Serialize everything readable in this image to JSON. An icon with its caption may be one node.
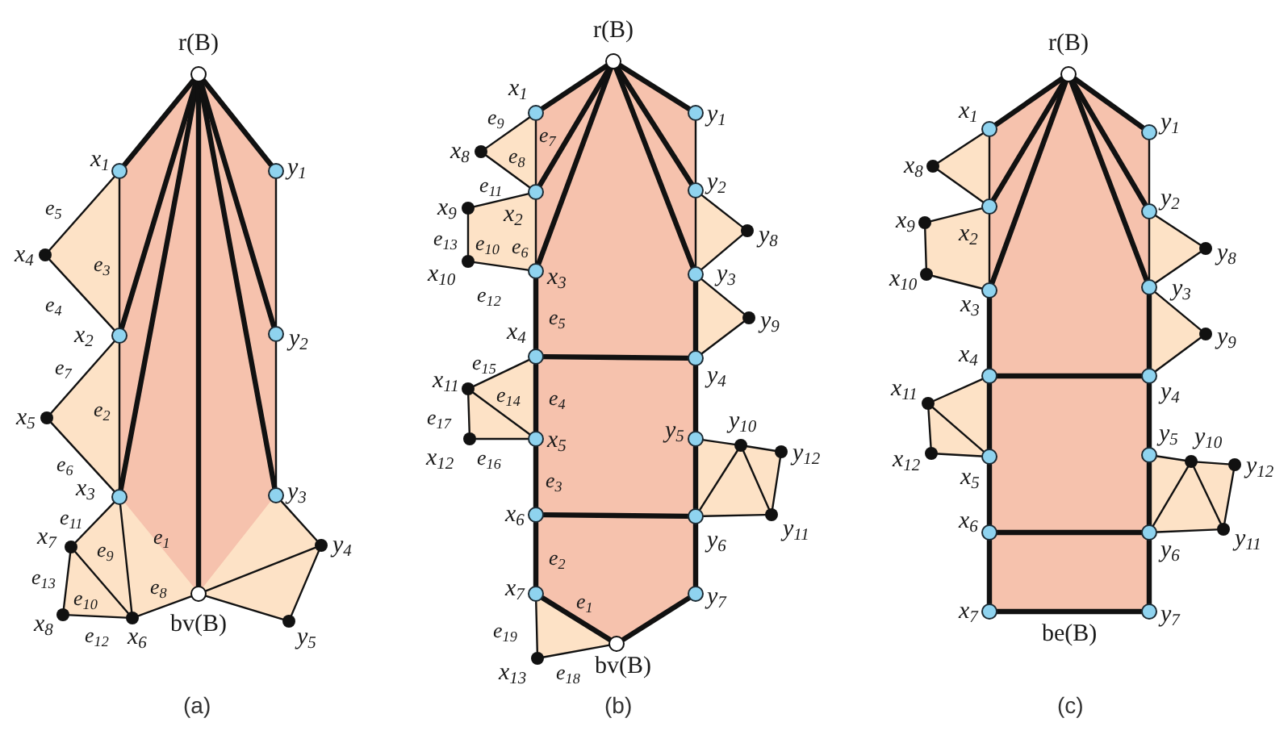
{
  "diagram": {
    "nodes": [
      {
        "text": [],
        "shape": "circle",
        "beside": [
          "r(B)"
        ]
      },
      {
        "text": [],
        "shape": "circle",
        "beside": [
          "x$_{1}$"
        ]
      },
      {
        "text": [],
        "shape": "circle",
        "beside": [
          "y$_{1}$"
        ]
      },
      {
        "text": [],
        "shape": "circle",
        "beside": [
          "x$_{4}$"
        ]
      },
      {
        "text": [],
        "shape": "circle",
        "beside": [
          "x$_{2}$"
        ]
      },
      {
        "text": [],
        "shape": "circle",
        "beside": [
          "y$_{2}$"
        ]
      },
      {
        "text": [],
        "shape": "circle",
        "beside": [
          "x$_{5}$"
        ]
      },
      {
        "text": [],
        "shape": "circle",
        "beside": [
          "x$_{3}$"
        ]
      },
      {
        "text": [],
        "shape": "circle",
        "beside": [
          "y$_{3}$"
        ]
      },
      {
        "text": [],
        "shape": "circle",
        "beside": [
          "y$_{4}$"
        ]
      },
      {
        "text": [],
        "shape": "circle",
        "beside": [
          "x$_{7}$"
        ]
      },
      {
        "text": [],
        "shape": "circle",
        "beside": [
          "bv(B)"
        ]
      },
      {
        "text": [],
        "shape": "circle",
        "beside": [
          "x$_{8}$"
        ]
      },
      {
        "text": [],
        "shape": "circle",
        "beside": [
          "x$_{6}$"
        ]
      },
      {
        "text": [],
        "shape": "circle",
        "beside": [
          "y$_{5}$"
        ]
      },
      {
        "text": [],
        "shape": "circle",
        "beside": [
          "r(B)"
        ]
      },
      {
        "text": [],
        "shape": "circle",
        "beside": [
          "x$_{1}$"
        ]
      },
      {
        "text": [],
        "shape": "circle",
        "beside": [
          "y$_{1}$"
        ]
      },
      {
        "text": [],
        "shape": "circle",
        "beside": [
          "x$_{8}$"
        ]
      },
      {
        "text": [],
        "shape": "circle",
        "beside": [
          "y$_{2}$"
        ]
      },
      {
        "text": [],
        "shape": "circle",
        "beside": [
          "x$_{2}$"
        ]
      },
      {
        "text": [],
        "shape": "circle",
        "beside": [
          "x$_{9}$"
        ]
      },
      {
        "text": [],
        "shape": "circle",
        "beside": [
          "y$_{8}$"
        ]
      },
      {
        "text": [],
        "shape": "circle",
        "beside": [
          "x$_{10}$"
        ]
      },
      {
        "text": [],
        "shape": "circle",
        "beside": [
          "x$_{3}$"
        ]
      },
      {
        "text": [],
        "shape": "circle",
        "beside": [
          "y$_{3}$"
        ]
      },
      {
        "text": [],
        "shape": "circle",
        "beside": [
          "y$_{9}$"
        ]
      },
      {
        "text": [],
        "shape": "circle",
        "beside": [
          "x$_{4}$"
        ]
      },
      {
        "text": [],
        "shape": "circle",
        "beside": [
          "y$_{4}$"
        ]
      },
      {
        "text": [],
        "shape": "circle",
        "beside": [
          "x$_{11}$"
        ]
      },
      {
        "text": [],
        "shape": "circle",
        "beside": [
          "x$_{12}$"
        ]
      },
      {
        "text": [],
        "shape": "circle",
        "beside": [
          "x$_{5}$"
        ]
      },
      {
        "text": [],
        "shape": "circle",
        "beside": [
          "y$_{5}$"
        ]
      },
      {
        "text": [],
        "shape": "circle",
        "beside": [
          "y$_{10}$"
        ]
      },
      {
        "text": [],
        "shape": "circle",
        "beside": [
          "y$_{12}$"
        ]
      },
      {
        "text": [],
        "shape": "circle",
        "beside": [
          "x$_{6}$"
        ]
      },
      {
        "text": [],
        "shape": "circle",
        "beside": [
          "y$_{11}$"
        ]
      },
      {
        "text": [],
        "shape": "circle",
        "beside": [
          "y$_{6}$"
        ]
      },
      {
        "text": [],
        "shape": "circle",
        "beside": [
          "x$_{7}$"
        ]
      },
      {
        "text": [],
        "shape": "circle",
        "beside": [
          "y$_{7}$"
        ]
      },
      {
        "text": [],
        "shape": "circle",
        "beside": [
          "bv(B)"
        ]
      },
      {
        "text": [],
        "shape": "circle",
        "beside": [
          "x$_{13}$"
        ]
      },
      {
        "text": [],
        "shape": "circle",
        "beside": [
          "r(B)"
        ]
      },
      {
        "text": [],
        "shape": "circle",
        "beside": [
          "x$_{1}$"
        ]
      },
      {
        "text": [],
        "shape": "circle",
        "beside": [
          "y$_{1}$"
        ]
      },
      {
        "text": [],
        "shape": "circle",
        "beside": [
          "x$_{8}$"
        ]
      },
      {
        "text": [],
        "shape": "circle",
        "beside": [
          "x$_{2}$"
        ]
      },
      {
        "text": [],
        "shape": "circle",
        "beside": [
          "y$_{2}$"
        ]
      },
      {
        "text": [],
        "shape": "circle",
        "beside": [
          "x$_{9}$"
        ]
      },
      {
        "text": [],
        "shape": "circle",
        "beside": [
          "y$_{8}$"
        ]
      },
      {
        "text": [],
        "shape": "circle",
        "beside": [
          "x$_{10}$"
        ]
      },
      {
        "text": [],
        "shape": "circle",
        "beside": [
          "x$_{3}$"
        ]
      },
      {
        "text": [],
        "shape": "circle",
        "beside": [
          "y$_{3}$"
        ]
      },
      {
        "text": [],
        "shape": "circle",
        "beside": [
          "y$_{9}$"
        ]
      },
      {
        "text": [],
        "shape": "circle",
        "beside": [
          "x$_{4}$"
        ]
      },
      {
        "text": [],
        "shape": "circle",
        "beside": [
          "y$_{4}$"
        ]
      },
      {
        "text": [],
        "shape": "circle",
        "beside": [
          "x$_{11}$"
        ]
      },
      {
        "text": [],
        "shape": "circle",
        "beside": [
          "x$_{12}$"
        ]
      },
      {
        "text": [],
        "shape": "circle",
        "beside": [
          "x$_{5}$"
        ]
      },
      {
        "text": [],
        "shape": "circle",
        "beside": [
          "y$_{5}$"
        ]
      },
      {
        "text": [],
        "shape": "circle",
        "beside": [
          "y$_{10}$"
        ]
      },
      {
        "text": [],
        "shape": "circle",
        "beside": [
          "y$_{12}$"
        ]
      },
      {
        "text": [],
        "shape": "circle",
        "beside": [
          "x$_{6}$"
        ]
      },
      {
        "text": [],
        "shape": "circle",
        "beside": [
          "y$_{6}$"
        ]
      },
      {
        "text": [],
        "shape": "circle",
        "beside": [
          "y$_{11}$"
        ]
      },
      {
        "text": [],
        "shape": "circle",
        "beside": [
          "x$_{7}$"
        ]
      },
      {
        "text": [],
        "shape": "circle",
        "beside": [
          "y$_{7}$"
        ]
      }
    ],
    "edges": [
      {
        "from": 0,
        "to": 1,
        "arrow": "none",
        "style": "thick"
      },
      {
        "from": 0,
        "to": 4,
        "arrow": "none",
        "style": "thick"
      },
      {
        "from": 0,
        "to": 7,
        "arrow": "none",
        "style": "thick"
      },
      {
        "from": 0,
        "to": 11,
        "arrow": "none",
        "style": "thick"
      },
      {
        "from": 0,
        "to": 8,
        "arrow": "none",
        "style": "thick"
      },
      {
        "from": 0,
        "to": 5,
        "arrow": "none",
        "style": "thick"
      },
      {
        "from": 0,
        "to": 2,
        "arrow": "none",
        "style": "thick"
      },
      {
        "from": 1,
        "to": 3,
        "arrow": "none"
      },
      {
        "from": 3,
        "to": 4,
        "arrow": "none"
      },
      {
        "from": 1,
        "to": 4,
        "arrow": "none"
      },
      {
        "from": 4,
        "to": 6,
        "arrow": "none"
      },
      {
        "from": 6,
        "to": 7,
        "arrow": "none"
      },
      {
        "from": 4,
        "to": 7,
        "arrow": "none"
      },
      {
        "from": 2,
        "to": 5,
        "arrow": "none"
      },
      {
        "from": 5,
        "to": 8,
        "arrow": "none"
      },
      {
        "from": 7,
        "to": 10,
        "arrow": "none"
      },
      {
        "from": 7,
        "to": 13,
        "arrow": "none"
      },
      {
        "from": 10,
        "to": 12,
        "arrow": "none"
      },
      {
        "from": 10,
        "to": 13,
        "arrow": "none"
      },
      {
        "from": 12,
        "to": 13,
        "arrow": "none"
      },
      {
        "from": 13,
        "to": 11,
        "arrow": "none"
      },
      {
        "from": 11,
        "to": 9,
        "arrow": "none"
      },
      {
        "from": 11,
        "to": 14,
        "arrow": "none"
      },
      {
        "from": 8,
        "to": 9,
        "arrow": "none"
      },
      {
        "from": 9,
        "to": 14,
        "arrow": "none"
      },
      {
        "from": 15,
        "to": 16,
        "arrow": "none",
        "style": "thick"
      },
      {
        "from": 15,
        "to": 20,
        "arrow": "none",
        "style": "thick"
      },
      {
        "from": 15,
        "to": 24,
        "arrow": "none",
        "style": "thick"
      },
      {
        "from": 15,
        "to": 25,
        "arrow": "none",
        "style": "thick"
      },
      {
        "from": 15,
        "to": 19,
        "arrow": "none",
        "style": "thick"
      },
      {
        "from": 15,
        "to": 17,
        "arrow": "none",
        "style": "thick"
      },
      {
        "from": 24,
        "to": 27,
        "arrow": "none",
        "style": "thick"
      },
      {
        "from": 27,
        "to": 31,
        "arrow": "none",
        "style": "thick"
      },
      {
        "from": 31,
        "to": 35,
        "arrow": "none",
        "style": "thick"
      },
      {
        "from": 35,
        "to": 38,
        "arrow": "none",
        "style": "thick"
      },
      {
        "from": 38,
        "to": 40,
        "arrow": "none",
        "style": "thick"
      },
      {
        "from": 40,
        "to": 39,
        "arrow": "none",
        "style": "thick"
      },
      {
        "from": 39,
        "to": 37,
        "arrow": "none",
        "style": "thick"
      },
      {
        "from": 37,
        "to": 32,
        "arrow": "none",
        "style": "thick"
      },
      {
        "from": 32,
        "to": 28,
        "arrow": "none",
        "style": "thick"
      },
      {
        "from": 28,
        "to": 25,
        "arrow": "none",
        "style": "thick"
      },
      {
        "from": 27,
        "to": 28,
        "arrow": "none",
        "style": "thick"
      },
      {
        "from": 35,
        "to": 37,
        "arrow": "none",
        "style": "thick"
      },
      {
        "from": 16,
        "to": 18,
        "arrow": "none"
      },
      {
        "from": 18,
        "to": 20,
        "arrow": "none"
      },
      {
        "from": 16,
        "to": 20,
        "arrow": "none"
      },
      {
        "from": 20,
        "to": 21,
        "arrow": "none"
      },
      {
        "from": 21,
        "to": 23,
        "arrow": "none"
      },
      {
        "from": 23,
        "to": 24,
        "arrow": "none"
      },
      {
        "from": 20,
        "to": 24,
        "arrow": "none"
      },
      {
        "from": 17,
        "to": 19,
        "arrow": "none"
      },
      {
        "from": 19,
        "to": 22,
        "arrow": "none"
      },
      {
        "from": 22,
        "to": 25,
        "arrow": "none"
      },
      {
        "from": 19,
        "to": 25,
        "arrow": "none"
      },
      {
        "from": 25,
        "to": 26,
        "arrow": "none"
      },
      {
        "from": 26,
        "to": 28,
        "arrow": "none"
      },
      {
        "from": 27,
        "to": 29,
        "arrow": "none"
      },
      {
        "from": 29,
        "to": 31,
        "arrow": "none"
      },
      {
        "from": 29,
        "to": 30,
        "arrow": "none"
      },
      {
        "from": 30,
        "to": 31,
        "arrow": "none"
      },
      {
        "from": 32,
        "to": 33,
        "arrow": "none"
      },
      {
        "from": 33,
        "to": 34,
        "arrow": "none"
      },
      {
        "from": 34,
        "to": 36,
        "arrow": "none"
      },
      {
        "from": 36,
        "to": 37,
        "arrow": "none"
      },
      {
        "from": 33,
        "to": 37,
        "arrow": "none"
      },
      {
        "from": 33,
        "to": 36,
        "arrow": "none"
      },
      {
        "from": 38,
        "to": 41,
        "arrow": "none"
      },
      {
        "from": 41,
        "to": 40,
        "arrow": "none"
      },
      {
        "from": 42,
        "to": 43,
        "arrow": "none",
        "style": "thick"
      },
      {
        "from": 42,
        "to": 46,
        "arrow": "none",
        "style": "thick"
      },
      {
        "from": 42,
        "to": 51,
        "arrow": "none",
        "style": "thick"
      },
      {
        "from": 42,
        "to": 52,
        "arrow": "none",
        "style": "thick"
      },
      {
        "from": 42,
        "to": 47,
        "arrow": "none",
        "style": "thick"
      },
      {
        "from": 42,
        "to": 44,
        "arrow": "none",
        "style": "thick"
      },
      {
        "from": 51,
        "to": 54,
        "arrow": "none",
        "style": "thick"
      },
      {
        "from": 54,
        "to": 58,
        "arrow": "none",
        "style": "thick"
      },
      {
        "from": 58,
        "to": 62,
        "arrow": "none",
        "style": "thick"
      },
      {
        "from": 62,
        "to": 65,
        "arrow": "none",
        "style": "thick"
      },
      {
        "from": 65,
        "to": 66,
        "arrow": "none",
        "style": "thick",
        "label": "be(B)"
      },
      {
        "from": 66,
        "to": 63,
        "arrow": "none",
        "style": "thick"
      },
      {
        "from": 63,
        "to": 59,
        "arrow": "none",
        "style": "thick"
      },
      {
        "from": 59,
        "to": 55,
        "arrow": "none",
        "style": "thick"
      },
      {
        "from": 55,
        "to": 52,
        "arrow": "none",
        "style": "thick"
      },
      {
        "from": 54,
        "to": 55,
        "arrow": "none",
        "style": "thick"
      },
      {
        "from": 62,
        "to": 63,
        "arrow": "none",
        "style": "thick"
      },
      {
        "from": 43,
        "to": 45,
        "arrow": "none"
      },
      {
        "from": 45,
        "to": 46,
        "arrow": "none"
      },
      {
        "from": 43,
        "to": 46,
        "arrow": "none"
      },
      {
        "from": 46,
        "to": 48,
        "arrow": "none"
      },
      {
        "from": 48,
        "to": 50,
        "arrow": "none"
      },
      {
        "from": 50,
        "to": 51,
        "arrow": "none"
      },
      {
        "from": 46,
        "to": 51,
        "arrow": "none"
      },
      {
        "from": 44,
        "to": 47,
        "arrow": "none"
      },
      {
        "from": 47,
        "to": 49,
        "arrow": "none"
      },
      {
        "from": 49,
        "to": 52,
        "arrow": "none"
      },
      {
        "from": 47,
        "to": 52,
        "arrow": "none"
      },
      {
        "from": 52,
        "to": 53,
        "arrow": "none"
      },
      {
        "from": 53,
        "to": 55,
        "arrow": "none"
      },
      {
        "from": 54,
        "to": 56,
        "arrow": "none"
      },
      {
        "from": 56,
        "to": 58,
        "arrow": "none"
      },
      {
        "from": 56,
        "to": 57,
        "arrow": "none"
      },
      {
        "from": 57,
        "to": 58,
        "arrow": "none"
      },
      {
        "from": 59,
        "to": 60,
        "arrow": "none"
      },
      {
        "from": 60,
        "to": 61,
        "arrow": "none"
      },
      {
        "from": 61,
        "to": 64,
        "arrow": "none"
      },
      {
        "from": 64,
        "to": 63,
        "arrow": "none"
      },
      {
        "from": 60,
        "to": 63,
        "arrow": "none"
      },
      {
        "from": 60,
        "to": 64,
        "arrow": "none"
      }
    ],
    "labels": [
      "e$_{5}$",
      "e$_{3}$",
      "e$_{4}$",
      "e$_{7}$",
      "e$_{2}$",
      "e$_{6}$",
      "e$_{11}$",
      "e$_{1}$",
      "e$_{9}$",
      "e$_{13}$",
      "e$_{10}$",
      "e$_{8}$",
      "e$_{12}$",
      "e$_{9}$",
      "e$_{7}$",
      "e$_{8}$",
      "e$_{11}$",
      "e$_{13}$",
      "e$_{10}$",
      "e$_{6}$",
      "e$_{12}$",
      "e$_{5}$",
      "e$_{15}$",
      "e$_{14}$",
      "e$_{4}$",
      "e$_{17}$",
      "e$_{16}$",
      "e$_{3}$",
      "e$_{2}$",
      "e$_{1}$",
      "e$_{19}$",
      "e$_{18}$",
      "(a)",
      "(b)",
      "(c)"
    ]
  }
}
